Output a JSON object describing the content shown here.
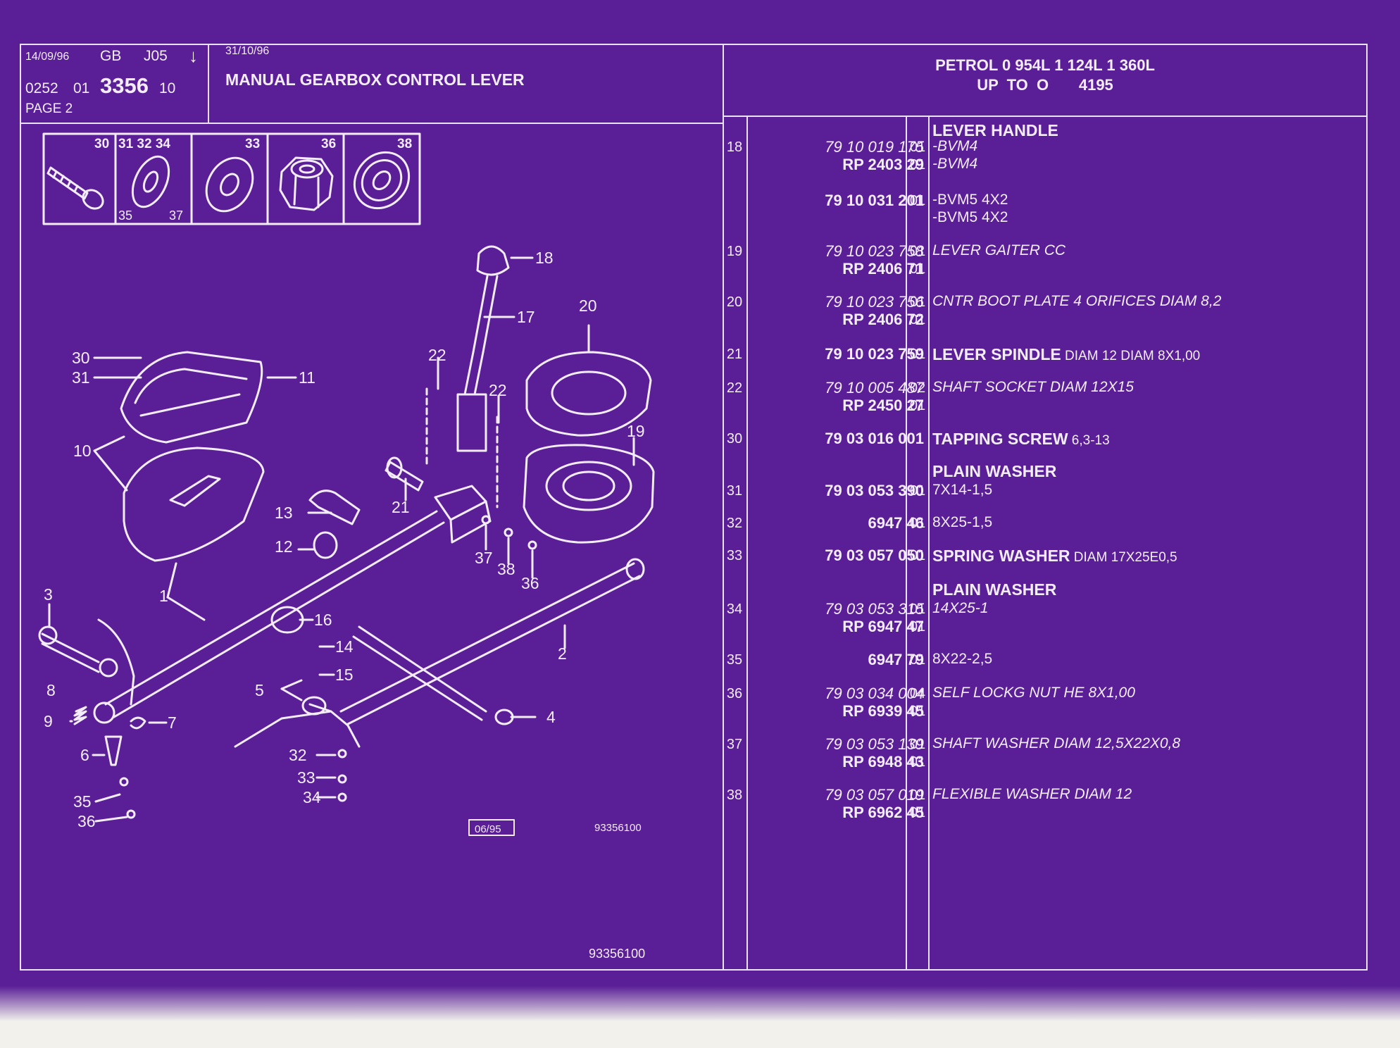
{
  "header": {
    "date1": "14/09/96",
    "lang": "GB",
    "code": "J05",
    "arrow": "↓",
    "ref_a": "0252",
    "ref_b": "01",
    "group": "3356",
    "ref_c": "10",
    "page": "PAGE 2",
    "date2": "31/10/96",
    "title": "MANUAL GEARBOX CONTROL LEVER",
    "engine_line": "PETROL 0 954L 1 124L 1 360L",
    "limit_line": "UP  TO  O       4195"
  },
  "thumbnails": [
    {
      "nums": "30",
      "sub_left": "",
      "sub_right": ""
    },
    {
      "nums": "31 32 34",
      "sub_left": "35",
      "sub_right": "37"
    },
    {
      "nums": "33",
      "sub_left": "",
      "sub_right": ""
    },
    {
      "nums": "36",
      "sub_left": "",
      "sub_right": ""
    },
    {
      "nums": "38",
      "sub_left": "",
      "sub_right": ""
    }
  ],
  "callouts": [
    "18",
    "17",
    "20",
    "22",
    "22",
    "30",
    "31",
    "11",
    "10",
    "19",
    "21",
    "13",
    "12",
    "37",
    "38",
    "36",
    "1",
    "3",
    "16",
    "14",
    "15",
    "2",
    "8",
    "5",
    "4",
    "9",
    "7",
    "6",
    "32",
    "33",
    "34",
    "35",
    "36"
  ],
  "diagram": {
    "stamp": "06/95",
    "drawing_ref": "93356100",
    "footer_ref": "93356100"
  },
  "parts": [
    {
      "no": "",
      "refs": [],
      "qtys": [],
      "descs": [
        {
          "t": "LEVER HANDLE",
          "x": "",
          "style": "title"
        }
      ]
    },
    {
      "no": "18",
      "refs": [
        {
          "t": "79 10 019 175",
          "s": "ital"
        },
        {
          "t": "RP  2403 29",
          "s": "bold"
        }
      ],
      "qtys": [
        "01",
        "01"
      ],
      "descs": [
        {
          "t": "-BVM4",
          "x": "",
          "style": "ital"
        },
        {
          "t": "-BVM4",
          "x": "",
          "style": "ital"
        }
      ]
    },
    {
      "no": "",
      "refs": [
        {
          "t": "79 10 031 201",
          "s": "bold"
        }
      ],
      "qtys": [
        "01"
      ],
      "descs": [
        {
          "t": "-BVM5 4X2",
          "x": "",
          "style": "plain"
        },
        {
          "t": "-BVM5 4X2",
          "x": "",
          "style": "plain"
        }
      ]
    },
    {
      "no": "19",
      "refs": [
        {
          "t": "79 10 023 758",
          "s": "ital"
        },
        {
          "t": "RP  2406 71",
          "s": "bold"
        }
      ],
      "qtys": [
        "01",
        "01"
      ],
      "descs": [
        {
          "t": "LEVER GAITER CC",
          "x": "",
          "style": "ital"
        }
      ]
    },
    {
      "no": "20",
      "refs": [
        {
          "t": "79 10 023 756",
          "s": "ital"
        },
        {
          "t": "RP  2406 72",
          "s": "bold"
        }
      ],
      "qtys": [
        "01",
        "01"
      ],
      "descs": [
        {
          "t": "CNTR BOOT PLATE 4 ORIFICES DIAM 8,2",
          "x": "",
          "style": "ital"
        }
      ]
    },
    {
      "no": "21",
      "refs": [
        {
          "t": "79 10 023 759",
          "s": "bold"
        }
      ],
      "qtys": [
        "01"
      ],
      "descs": [
        {
          "t": "LEVER SPINDLE",
          "x": "DIAM 12 DIAM 8X1,00",
          "style": "title"
        }
      ]
    },
    {
      "no": "22",
      "refs": [
        {
          "t": "79 10 005 487",
          "s": "ital"
        },
        {
          "t": "RP  2450 27",
          "s": "bold"
        }
      ],
      "qtys": [
        "02",
        "01"
      ],
      "descs": [
        {
          "t": "SHAFT SOCKET DIAM 12X15",
          "x": "",
          "style": "ital"
        }
      ]
    },
    {
      "no": "30",
      "refs": [
        {
          "t": "79 03 016 001",
          "s": "bold"
        }
      ],
      "qtys": [],
      "descs": [
        {
          "t": "TAPPING SCREW",
          "x": "6,3-13",
          "style": "title"
        }
      ]
    },
    {
      "no": "",
      "refs": [],
      "qtys": [],
      "descs": [
        {
          "t": "PLAIN WASHER",
          "x": "",
          "style": "title"
        }
      ]
    },
    {
      "no": "31",
      "refs": [
        {
          "t": "79 03 053 390",
          "s": "bold"
        }
      ],
      "qtys": [
        "01"
      ],
      "descs": [
        {
          "t": "7X14-1,5",
          "x": "",
          "style": "plain"
        }
      ]
    },
    {
      "no": "32",
      "refs": [
        {
          "t": "6947 46",
          "s": "bold"
        }
      ],
      "qtys": [
        "01"
      ],
      "descs": [
        {
          "t": "8X25-1,5",
          "x": "",
          "style": "plain"
        }
      ]
    },
    {
      "no": "33",
      "refs": [
        {
          "t": "79 03 057 050",
          "s": "bold"
        }
      ],
      "qtys": [
        "01"
      ],
      "descs": [
        {
          "t": "SPRING WASHER",
          "x": "DIAM 17X25E0,5",
          "style": "title"
        }
      ]
    },
    {
      "no": "",
      "refs": [],
      "qtys": [],
      "descs": [
        {
          "t": "PLAIN WASHER",
          "x": "",
          "style": "title"
        }
      ]
    },
    {
      "no": "34",
      "refs": [
        {
          "t": "79 03 053 315",
          "s": "ital"
        },
        {
          "t": "RP  6947 47",
          "s": "bold"
        }
      ],
      "qtys": [
        "01",
        "01"
      ],
      "descs": [
        {
          "t": "14X25-1",
          "x": "",
          "style": "ital"
        }
      ]
    },
    {
      "no": "35",
      "refs": [
        {
          "t": "6947 79",
          "s": "bold"
        }
      ],
      "qtys": [
        "01"
      ],
      "descs": [
        {
          "t": "8X22-2,5",
          "x": "",
          "style": "plain"
        }
      ]
    },
    {
      "no": "36",
      "refs": [
        {
          "t": "79 03 034 004",
          "s": "ital"
        },
        {
          "t": "RP  6939 45",
          "s": "bold"
        }
      ],
      "qtys": [
        "04",
        "01"
      ],
      "descs": [
        {
          "t": "SELF LOCKG NUT HE 8X1,00",
          "x": "",
          "style": "ital"
        }
      ]
    },
    {
      "no": "37",
      "refs": [
        {
          "t": "79 03 053 139",
          "s": "ital"
        },
        {
          "t": "RP  6948 43",
          "s": "bold"
        }
      ],
      "qtys": [
        "01",
        "01"
      ],
      "descs": [
        {
          "t": "SHAFT WASHER DIAM 12,5X22X0,8",
          "x": "",
          "style": "ital"
        }
      ]
    },
    {
      "no": "38",
      "refs": [
        {
          "t": "79 03 057 019",
          "s": "ital"
        },
        {
          "t": "RP  6962 45",
          "s": "bold"
        }
      ],
      "qtys": [
        "01",
        "01"
      ],
      "descs": [
        {
          "t": "FLEXIBLE WASHER DIAM 12",
          "x": "",
          "style": "ital"
        }
      ]
    }
  ]
}
